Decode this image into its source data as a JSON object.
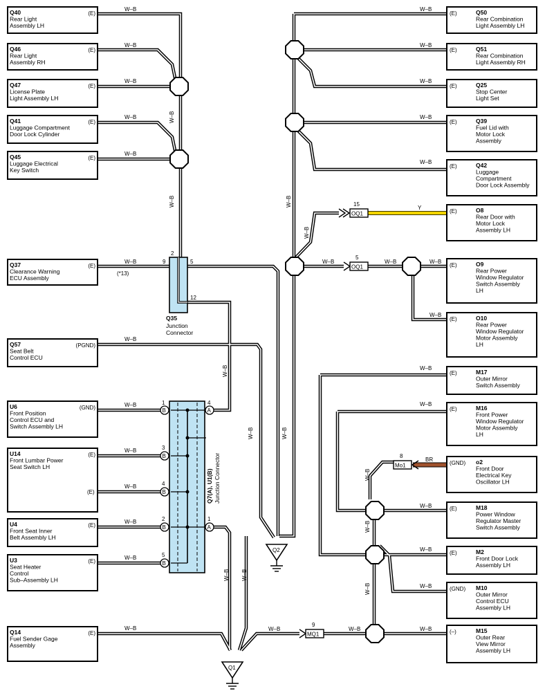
{
  "colors": {
    "junction_fill": "#bfe3f3",
    "wire_Y": "#f2d400",
    "wire_BR": "#a0522d"
  },
  "components": {
    "Q40": {
      "id": "Q40",
      "l1": "Rear Light",
      "l2": "Assembly LH",
      "pin": "(E)"
    },
    "Q46": {
      "id": "Q46",
      "l1": "Rear Light",
      "l2": "Assembly RH",
      "pin": "(E)"
    },
    "Q47": {
      "id": "Q47",
      "l1": "License Plate",
      "l2": "Light Assembly LH",
      "pin": "(E)"
    },
    "Q41": {
      "id": "Q41",
      "l1": "Luggage Compartment",
      "l2": "Door Lock Cylinder",
      "pin": "(E)"
    },
    "Q45": {
      "id": "Q45",
      "l1": "Luggage Electrical",
      "l2": "Key Switch",
      "pin": "(E)"
    },
    "Q37": {
      "id": "Q37",
      "l1": "Clearance Warning",
      "l2": "ECU Assembly",
      "pin": "(E)",
      "note": "(*13)"
    },
    "Q57": {
      "id": "Q57",
      "l1": "Seat Belt",
      "l2": "Control ECU",
      "pin": "(PGND)"
    },
    "U6": {
      "id": "U6",
      "l1": "Front Position",
      "l2": "Control ECU and",
      "l3": "Switch Assembly LH",
      "pin": "(GND)"
    },
    "U14": {
      "id": "U14",
      "l1": "Front Lumbar Power",
      "l2": "Seat Switch LH",
      "pin": "(E)",
      "pin2": "(E)"
    },
    "U4": {
      "id": "U4",
      "l1": "Front Seat Inner",
      "l2": "Belt Assembly LH",
      "pin": "(E)"
    },
    "U3": {
      "id": "U3",
      "l1": "Seat Heater",
      "l2": "Control",
      "l3": "Sub–Assembly LH",
      "pin": "(E)"
    },
    "Q14": {
      "id": "Q14",
      "l1": "Fuel Sender Gage",
      "l2": "Assembly",
      "pin": "(E)"
    },
    "Q50": {
      "id": "Q50",
      "l1": "Rear Combination",
      "l2": "Light Assembly LH",
      "pin": "(E)"
    },
    "Q51": {
      "id": "Q51",
      "l1": "Rear Combination",
      "l2": "Light Assembly RH",
      "pin": "(E)"
    },
    "Q25": {
      "id": "Q25",
      "l1": "Stop Center",
      "l2": "Light Set",
      "pin": "(E)"
    },
    "Q39": {
      "id": "Q39",
      "l1": "Fuel Lid with",
      "l2": "Motor Lock",
      "l3": "Assembly",
      "pin": "(E)"
    },
    "Q42": {
      "id": "Q42",
      "l1": "Luggage",
      "l2": "Compartment",
      "l3": "Door Lock Assembly",
      "pin": "(E)"
    },
    "O8": {
      "id": "O8",
      "l1": "Rear Door with",
      "l2": "Motor Lock",
      "l3": "Assembly LH",
      "pin": "(E)"
    },
    "O9": {
      "id": "O9",
      "l1": "Rear Power",
      "l2": "Window Regulator",
      "l3": "Switch Assembly",
      "l4": "LH",
      "pin": "(E)"
    },
    "O10": {
      "id": "O10",
      "l1": "Rear Power",
      "l2": "Window Regulator",
      "l3": "Motor Assembly",
      "l4": "LH",
      "pin": "(E)"
    },
    "M17": {
      "id": "M17",
      "l1": "Outer Mirror",
      "l2": "Switch Assembly",
      "pin": "(E)"
    },
    "M16": {
      "id": "M16",
      "l1": "Front Power",
      "l2": "Window Regulator",
      "l3": "Motor Assembly",
      "l4": "LH",
      "pin": "(E)"
    },
    "o2": {
      "id": "o2",
      "l1": "Front Door",
      "l2": "Electrical Key",
      "l3": "Oscillator LH",
      "pin": "(GND)"
    },
    "M18": {
      "id": "M18",
      "l1": "Power Window",
      "l2": "Regulator Master",
      "l3": "Switch Assembly",
      "pin": "(E)"
    },
    "M2": {
      "id": "M2",
      "l1": "Front Door Lock",
      "l2": "Assembly LH",
      "pin": "(E)"
    },
    "M10": {
      "id": "M10",
      "l1": "Outer Mirror",
      "l2": "Control ECU",
      "l3": "Assembly LH",
      "pin": "(GND)"
    },
    "M15": {
      "id": "M15",
      "l1": "Outer Rear",
      "l2": "View Mirror",
      "l3": "Assembly LH",
      "pin": "(–)"
    }
  },
  "junctions": {
    "Q35": {
      "id": "Q35",
      "l1": "Junction",
      "l2": "Connector",
      "pins": [
        "2",
        "9",
        "5",
        "12"
      ]
    },
    "Q7U1": {
      "label": "Q7(A), U1(B)",
      "sub": "Junction Connector",
      "pins": [
        "1",
        "3",
        "4",
        "2",
        "5",
        "4",
        "1"
      ],
      "a": "A",
      "b": "B"
    }
  },
  "connectors": {
    "OQ1a": {
      "name": "OQ1",
      "pin": "15"
    },
    "OQ1b": {
      "name": "OQ1",
      "pin": "5"
    },
    "MO1": {
      "name": "Mo1",
      "pin": "8"
    },
    "MQ1": {
      "name": "MQ1",
      "pin": "9"
    }
  },
  "grounds": {
    "Q1": "Q1",
    "Q2": "Q2"
  },
  "wire_colors": {
    "wb": "W–B",
    "y": "Y",
    "br": "BR"
  }
}
